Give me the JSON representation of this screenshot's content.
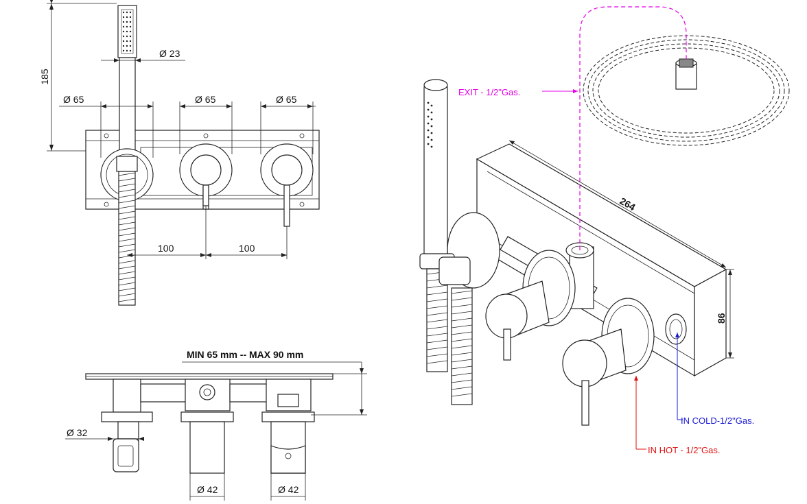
{
  "dimensions": {
    "height_total": "185",
    "shower_dia": "Ø 23",
    "rosette_left": "Ø 65",
    "rosette_mid": "Ø 65",
    "rosette_right": "Ø 65",
    "spacing_1": "100",
    "spacing_2": "100",
    "depth_range": "MIN 65  mm -- MAX 90  mm",
    "outlet_dia": "Ø  32",
    "handle_dia_1": "Ø 42",
    "handle_dia_2": "Ø 42",
    "box_length": "264",
    "box_depth": "86"
  },
  "connections": {
    "exit": {
      "label": "EXIT - 1/2\"Gas.",
      "color": "#e600e6"
    },
    "cold": {
      "label": "IN COLD-1/2\"Gas.",
      "color": "#1a1ad6"
    },
    "hot": {
      "label": "IN HOT - 1/2\"Gas.",
      "color": "#e01010"
    }
  }
}
